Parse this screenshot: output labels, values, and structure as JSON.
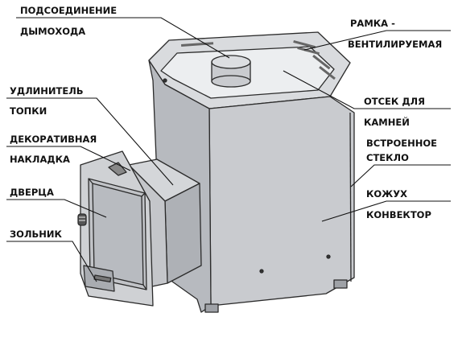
{
  "labels": {
    "chimney_1": "ПОДСОЕДИНЕНИЕ",
    "chimney_2": "ДЫМОХОДА",
    "frame_1": "РАМКА -",
    "frame_2": "ВЕНТИЛИРУЕМАЯ",
    "ext_1": "УДЛИНИТЕЛЬ",
    "ext_2": "ТОПКИ",
    "stones_1": "ОТСЕК ДЛЯ",
    "stones_2": "КАМНЕЙ",
    "deco_1": "ДЕКОРАТИВНАЯ",
    "deco_2": "НАКЛАДКА",
    "glass_1": "ВСТРОЕННОЕ",
    "glass_2": "СТЕКЛО",
    "door": "ДВЕРЦА",
    "casing_1": "КОЖУХ",
    "casing_2": "КОНВЕКТОР",
    "ash": "ЗОЛЬНИК"
  },
  "colors": {
    "body_front": "#c9cbcf",
    "body_side": "#b4b7bc",
    "body_top": "#dcdee1",
    "outline": "#2b2b2b",
    "leader": "#111111"
  }
}
